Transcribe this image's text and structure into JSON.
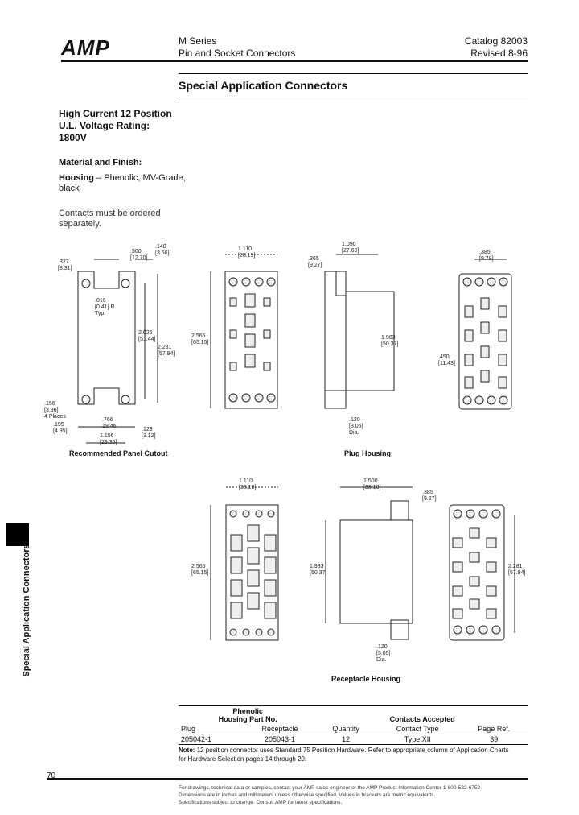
{
  "header": {
    "logo": "AMP",
    "series_line1": "M Series",
    "series_line2": "Pin and Socket Connectors",
    "catalog_line1": "Catalog 82003",
    "catalog_line2": "Revised 8-96"
  },
  "section_title": "Special Application Connectors",
  "intro": {
    "line1": "High Current 12 Position",
    "line2": "U.L. Voltage Rating:",
    "line3": "1800V",
    "material_heading": "Material and Finish:",
    "housing_label": "Housing",
    "housing_value1": "– Phenolic, MV-Grade,",
    "housing_value2": "black",
    "contacts_note1": "Contacts must be ordered",
    "contacts_note2": "separately."
  },
  "drawings": {
    "panel_cutout_caption": "Recommended Panel Cutout",
    "plug_housing_caption": "Plug Housing",
    "receptacle_housing_caption": "Receptacle Housing",
    "dims": {
      "d327": ".327",
      "d327mm": "[8.31]",
      "d500": ".500",
      "d500mm": "[12.70]",
      "d140": ".140",
      "d140mm": "[3.56]",
      "d016": ".016",
      "d016mm": "[0.41] R",
      "typ": "Typ.",
      "d2025": "2.025",
      "d2025mm": "[51.44]",
      "d2281": "2.281",
      "d2281mm": "[57.94]",
      "d156": ".156",
      "d156mm": "[3.96]",
      "dia4places": "4 Places",
      "d195": ".195",
      "d195mm": "[4.95]",
      "d766": ".766",
      "d766mm": "19.46",
      "d123": ".123",
      "d123mm": "[3.12]",
      "d1156": "1.156",
      "d1156mm": "[29.36]",
      "d1110": "1.110",
      "d1110mm": "[28.19]",
      "d2565": "2.565",
      "d2565mm": "[65.15]",
      "d1090": "1.090",
      "d1090mm": "[27.69]",
      "d365": ".365",
      "d365mm": "[9.27]",
      "d365b": ".365",
      "d365bmm": "[9.27]",
      "d385": ".385",
      "d385mm": "[9.78]",
      "d1983": "1.983",
      "d1983mm": "[50.37]",
      "d120": ".120",
      "d120mm": "[3.05]",
      "d120dia": "Dia.",
      "d450": ".450",
      "d450mm": "[11.43]",
      "d1500": "1.500",
      "d1500mm": "[38.10]",
      "d385r": ".385",
      "d385rmm": "[9.27]",
      "d120r": ".120",
      "d120rmm": "[3.05]",
      "d120rdia": "Dia."
    }
  },
  "ordering_table": {
    "phenolic_header1": "Phenolic",
    "phenolic_header2": "Housing Part No.",
    "contacts_header": "Contacts Accepted",
    "col_plug": "Plug",
    "col_receptacle": "Receptacle",
    "col_quantity": "Quantity",
    "col_contact_type": "Contact Type",
    "col_page_ref": "Page Ref.",
    "rows": [
      {
        "plug": "205042-1",
        "receptacle": "205043-1",
        "quantity": "12",
        "contact_type": "Type XII",
        "page_ref": "39"
      }
    ]
  },
  "note": {
    "label": "Note:",
    "line1": "12 position connector uses Standard 75 Position Hardware. Refer to appropriate column of Application Charts",
    "line2": "for Hardware Selection pages 14 through 29."
  },
  "side_label": "Special Application Connectors",
  "page_number": "70",
  "footer": {
    "line1": "For drawings, technical data or samples, contact your AMP sales engineer or the AMP Product Information Center 1-800-522-6752",
    "line2": "Dimensions are in inches and millimeters unless otherwise specified. Values in brackets are metric equivalents.",
    "line3": "Specifications subject to change. Consult AMP for latest specifications."
  }
}
